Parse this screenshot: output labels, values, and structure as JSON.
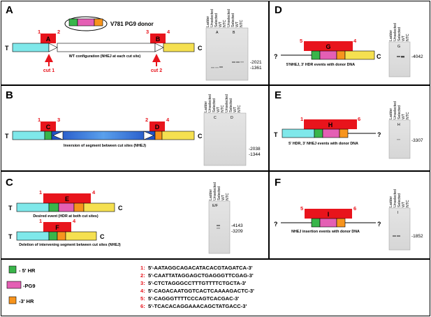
{
  "panels": {
    "A": {
      "label": "A",
      "donor": "V781 PG9 donor",
      "end_left": "T",
      "end_right": "C",
      "box1": "A",
      "box2": "B",
      "nums": [
        "1",
        "2",
        "3",
        "4"
      ],
      "caption": "WT configuration (NHEJ at each cut site)",
      "cut1": "cut 1",
      "cut2": "cut 2",
      "gel_lanes": [
        "Ladder",
        "Unselected",
        "Selected",
        "WT",
        "NTC",
        "Unselected",
        "Selected",
        "WT",
        "NTC"
      ],
      "gel_tags": [
        "A",
        "B"
      ],
      "sizes": [
        "-2021",
        "-1361"
      ]
    },
    "B": {
      "label": "B",
      "end_left": "T",
      "end_right": "C",
      "box1": "C",
      "box2": "D",
      "nums": [
        "1",
        "3",
        "2",
        "4"
      ],
      "caption": "Inversion of segment between cut sites (NHEJ)",
      "gel_lanes": [
        "Ladder",
        "Unselected",
        "Selected",
        "WT",
        "NTC",
        "Unselected",
        "Selected",
        "WT",
        "NTC"
      ],
      "gel_tags": [
        "C",
        "D"
      ],
      "sizes": [
        "-2038",
        "-1344"
      ]
    },
    "C": {
      "label": "C",
      "end_left": "T",
      "end_right": "C",
      "box1": "E",
      "box2": "F",
      "nums1": [
        "1",
        "4"
      ],
      "nums2": [
        "1",
        "4"
      ],
      "caption1": "Desired event (HDR at both cut sites)",
      "caption2": "Deletion of intervening segment between cut sites (NHEJ)",
      "gel_lanes": [
        "Ladder",
        "Unselected",
        "Selected",
        "WT",
        "NTC"
      ],
      "gel_tags": [
        "E/F"
      ],
      "sizes": [
        "-4143",
        "-3209"
      ]
    },
    "D": {
      "label": "D",
      "end_left": "?",
      "end_right": "C",
      "box": "G",
      "nums": [
        "5",
        "4"
      ],
      "caption": "5'NHEJ, 3' HDR events with donor DNA",
      "gel_lanes": [
        "Ladder",
        "Unselected",
        "Selected",
        "WT",
        "NTC"
      ],
      "gel_tags": [
        "G"
      ],
      "sizes": [
        "-4042"
      ]
    },
    "E": {
      "label": "E",
      "end_left": "T",
      "end_right": "?",
      "box": "H",
      "nums": [
        "1",
        "6"
      ],
      "caption": "5' HDR, 3' NHEJ events with donor DNA",
      "gel_lanes": [
        "Ladder",
        "Unselected",
        "Selected",
        "WT",
        "NTC"
      ],
      "gel_tags": [
        "H"
      ],
      "sizes": [
        "-3307"
      ]
    },
    "F": {
      "label": "F",
      "end_left": "?",
      "end_right": "?",
      "box": "I",
      "nums": [
        "5",
        "6"
      ],
      "caption": "NHEJ insertion events with donor DNA",
      "gel_lanes": [
        "Ladder",
        "Unselected",
        "Selected",
        "WT",
        "NTC"
      ],
      "gel_tags": [
        "I"
      ],
      "sizes": [
        "-1852"
      ]
    }
  },
  "legend": [
    {
      "label": "- 5' HR",
      "color": "#39b54a"
    },
    {
      "label": "-PG9",
      "color": "#e45fb4"
    },
    {
      "label": "-3' HR",
      "color": "#f7941d"
    }
  ],
  "primers": [
    {
      "num": "1:",
      "seq": "5'-AATAGGCAGACATACACGTAGATCA-3'"
    },
    {
      "num": "2:",
      "seq": "5'-CAATTATAGGAGCTGAGGGTTCGAG-3'"
    },
    {
      "num": "3:",
      "seq": "5'-CTCTAGGGCCTTTGTTTTCTGCTA-3'"
    },
    {
      "num": "4:",
      "seq": "5'-CAGACAATGGTCACTCAAAAGACTC-3'"
    },
    {
      "num": "5:",
      "seq": "5'-CAGGGTTTTCCCAGTCACGAC-3'"
    },
    {
      "num": "6:",
      "seq": "5'-TCACACAGGAAACAGCTATGACC-3'"
    }
  ],
  "colors": {
    "red_box": "#e8141c",
    "cyan": "#7fe8ea",
    "yellow": "#f5e050",
    "blue": "#2e6fd1",
    "green": "#39b54a",
    "pink": "#e45fb4",
    "orange": "#f7941d"
  }
}
